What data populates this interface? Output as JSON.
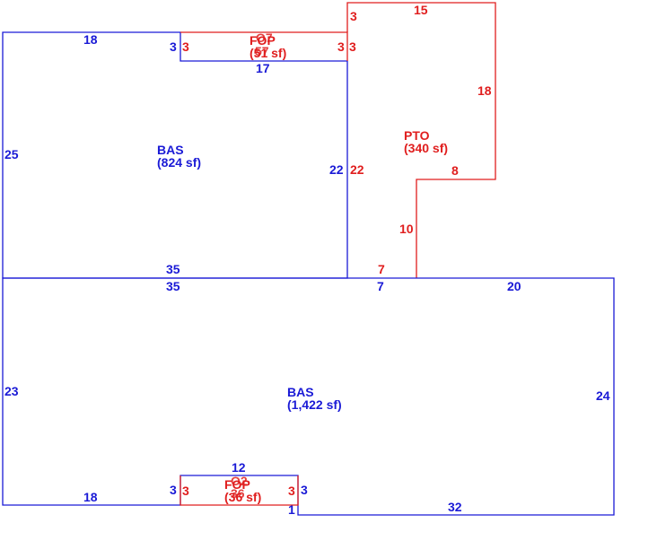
{
  "colors": {
    "bas": "#1a1ad6",
    "addon": "#e01e1e"
  },
  "areas": {
    "bas_upper": {
      "code": "BAS",
      "size": "(824 sf)"
    },
    "bas_lower": {
      "code": "BAS",
      "size": "(1,422 sf)"
    },
    "pto": {
      "code": "PTO",
      "size": "(340 sf)"
    },
    "fop_upper": {
      "code": "FOP",
      "size": "(51 sf)",
      "overlap_code": "O7",
      "overlap_size": "57"
    },
    "fop_lower": {
      "code": "FOP",
      "size": "(36 sf)",
      "overlap_code": "O2",
      "overlap_size": "36"
    }
  },
  "dimensions": {
    "upper_bas_top": "18",
    "upper_bas_left": "25",
    "upper_bas_bottom": "35",
    "upper_bas_right": "22",
    "fop1_left_blue": "3",
    "fop1_left_red": "3",
    "fop1_right_red": "3",
    "fop1_right_blue": "3",
    "fop1_bottom": "17",
    "pto_left_top": "3",
    "pto_top": "15",
    "pto_right": "18",
    "pto_step": "8",
    "pto_left_mid": "22",
    "pto_left_low": "10",
    "pto_bottom": "7",
    "lower_top_left": "35",
    "lower_top_mid": "7",
    "lower_top_right": "20",
    "lower_left": "23",
    "lower_right": "24",
    "lower_bottom_left": "18",
    "lower_bottom_right": "32",
    "fop2_top": "12",
    "fop2_left_blue": "3",
    "fop2_left_red": "3",
    "fop2_right_red": "3",
    "fop2_right_blue": "3",
    "lower_step": "1"
  }
}
